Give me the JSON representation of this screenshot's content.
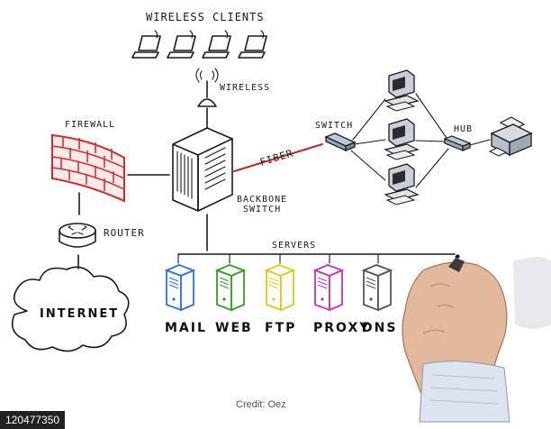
{
  "labels": {
    "wireless_clients": "WIRELESS CLIENTS",
    "wireless": "WIRELESS",
    "firewall": "FIREWALL",
    "router": "ROUTER",
    "internet": "INTERNET",
    "backbone": "BACKBONE",
    "switch_sub": "SWITCH",
    "fiber": "FIBER",
    "switch": "SWITCH",
    "hub": "HUB",
    "servers": "SERVERS"
  },
  "servers": [
    {
      "label": "MAIL",
      "color": "#2f6fe0"
    },
    {
      "label": "WEB",
      "color": "#3a9a2a"
    },
    {
      "label": "FTP",
      "color": "#e0c81a"
    },
    {
      "label": "PROXY",
      "color": "#c035c0"
    },
    {
      "label": "DNS",
      "color": "#555555"
    }
  ],
  "colors": {
    "firewall": "#d42a2a",
    "fiber": "#c62828",
    "ink": "#1a1a1a"
  },
  "footer": {
    "stock_id": "120477350",
    "credit": "Credit: Oez"
  }
}
